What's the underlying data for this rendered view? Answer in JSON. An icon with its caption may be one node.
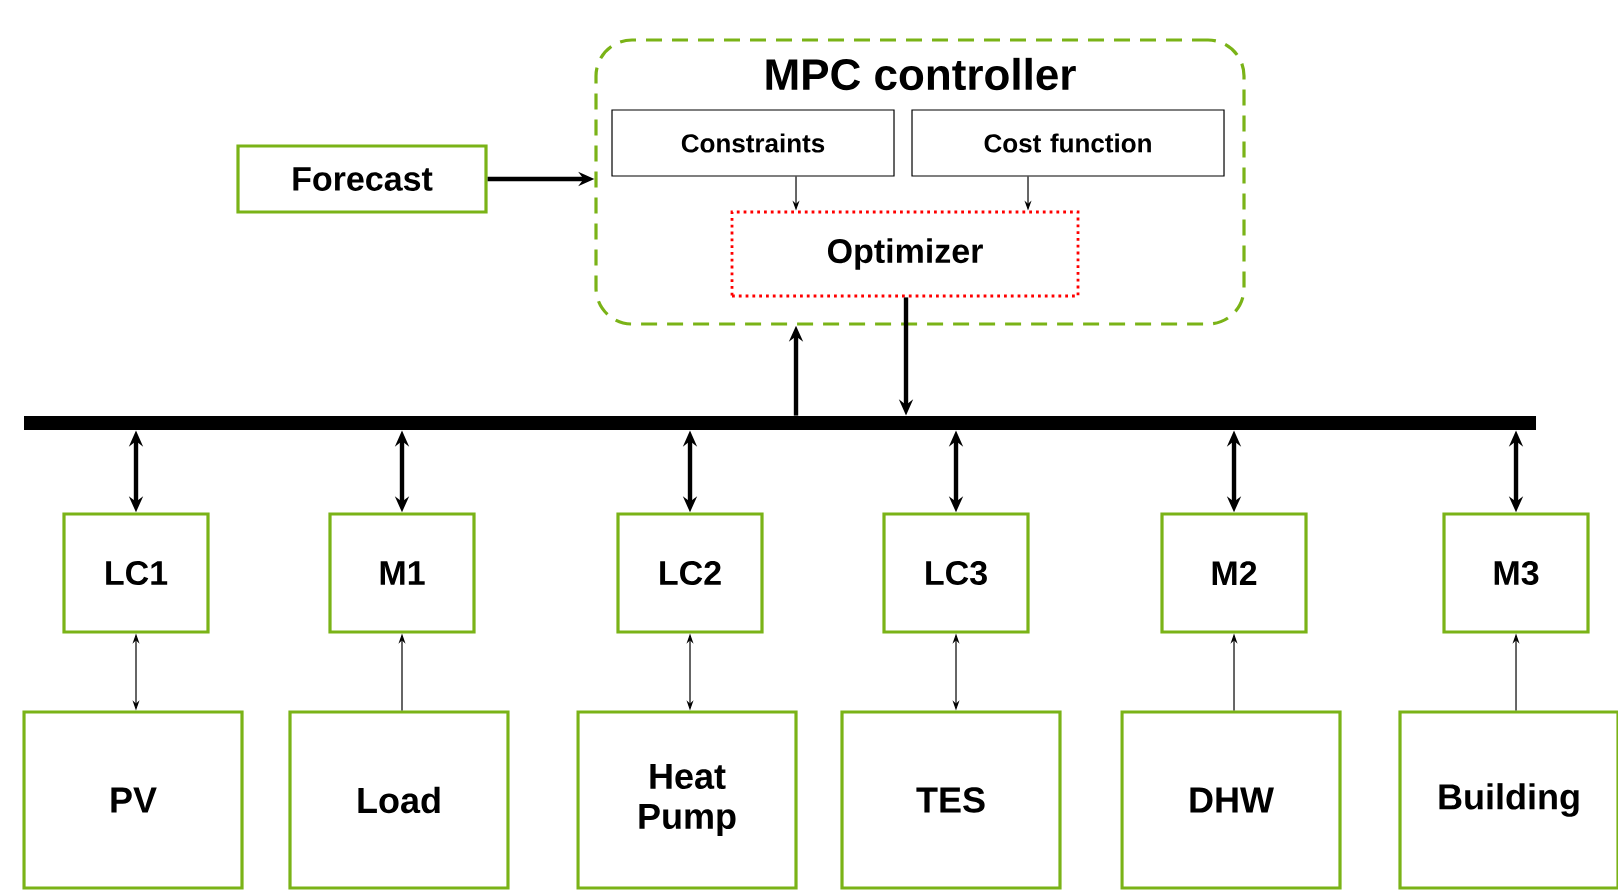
{
  "diagram": {
    "nodes": [
      {
        "text": [
          "MPC controller"
        ]
      },
      {
        "text": [
          "Constraints"
        ],
        "in": 0
      },
      {
        "text": [
          "Cost function"
        ],
        "in": 0
      },
      {
        "text": [
          "Optimizer"
        ],
        "in": 0
      },
      {
        "text": [
          "Forecast"
        ]
      },
      {
        "text": [],
        "shape": "bar"
      },
      {
        "text": [
          "LC1"
        ]
      },
      {
        "text": [
          "M1"
        ]
      },
      {
        "text": [
          "LC2"
        ]
      },
      {
        "text": [
          "LC3"
        ]
      },
      {
        "text": [
          "M2"
        ]
      },
      {
        "text": [
          "M3"
        ]
      },
      {
        "text": [
          "PV"
        ]
      },
      {
        "text": [
          "Load"
        ]
      },
      {
        "text": [
          "Heat Pump"
        ]
      },
      {
        "text": [
          "TES"
        ]
      },
      {
        "text": [
          "DHW"
        ]
      },
      {
        "text": [
          "Building"
        ]
      }
    ],
    "edges": [
      {
        "from": 4,
        "to": 0,
        "arrow": "to"
      },
      {
        "from": 1,
        "to": 3,
        "arrow": "to"
      },
      {
        "from": 2,
        "to": 3,
        "arrow": "to"
      },
      {
        "from": 5,
        "to": 0,
        "arrow": "to"
      },
      {
        "from": 3,
        "to": 5,
        "arrow": "to"
      },
      {
        "from": 5,
        "to": 6,
        "arrow": "both"
      },
      {
        "from": 5,
        "to": 7,
        "arrow": "both"
      },
      {
        "from": 5,
        "to": 8,
        "arrow": "both"
      },
      {
        "from": 5,
        "to": 9,
        "arrow": "both"
      },
      {
        "from": 5,
        "to": 10,
        "arrow": "both"
      },
      {
        "from": 5,
        "to": 11,
        "arrow": "both"
      },
      {
        "from": 6,
        "to": 12,
        "arrow": "both"
      },
      {
        "from": 13,
        "to": 7,
        "arrow": "to"
      },
      {
        "from": 8,
        "to": 14,
        "arrow": "both"
      },
      {
        "from": 9,
        "to": 15,
        "arrow": "both"
      },
      {
        "from": 16,
        "to": 10,
        "arrow": "to"
      },
      {
        "from": 17,
        "to": 11,
        "arrow": "to"
      }
    ]
  }
}
